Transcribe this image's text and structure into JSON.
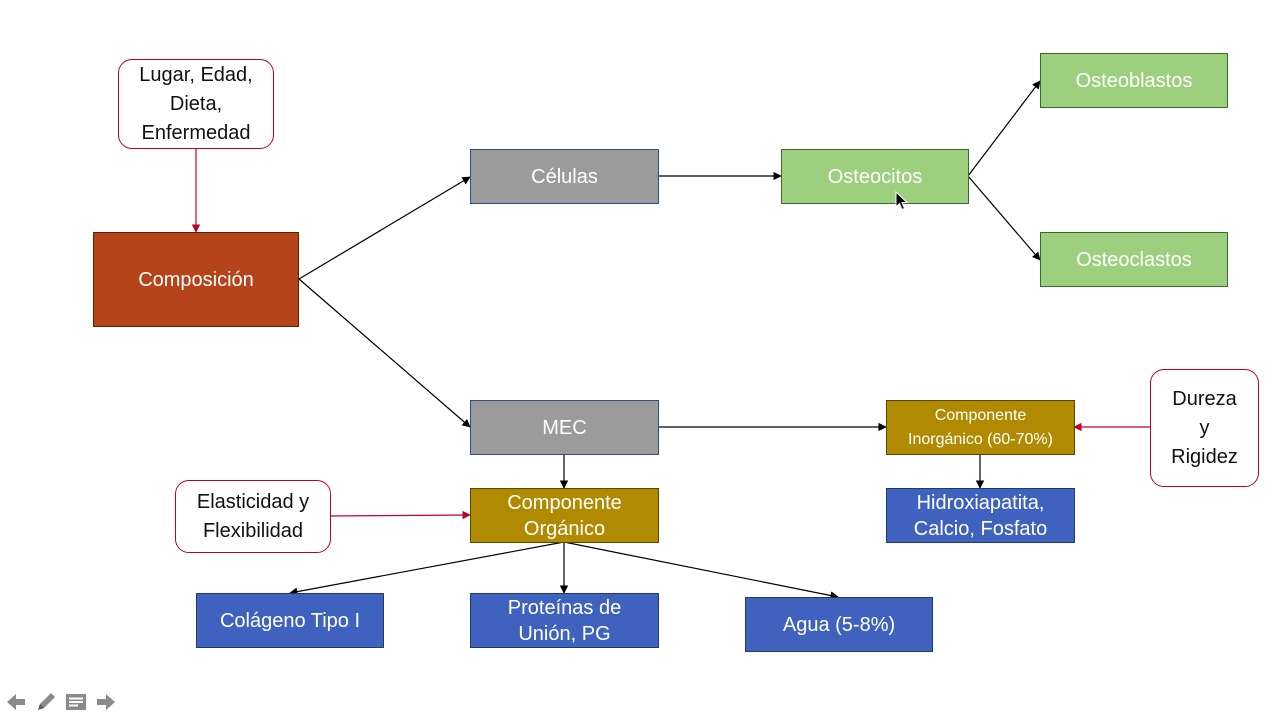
{
  "colors": {
    "composition": "#b5441a",
    "grey": "#9b9b9b",
    "green": "#9ccf7e",
    "gold": "#b08a00",
    "blue": "#3e62bd",
    "note_border": "#c0002a",
    "arrow_black": "#000000",
    "arrow_red": "#c0002a"
  },
  "nodes": {
    "composicion": "Composición",
    "celulas": "Células",
    "mec": "MEC",
    "osteocitos": "Osteocitos",
    "osteoblastos": "Osteoblastos",
    "osteoclastos": "Osteoclastos",
    "componente_organico": "Componente\nOrgánico",
    "componente_inorganico": "Componente\nInorgánico (60-70%)",
    "hidroxiapatita": "Hidroxiapatita,\nCalcio, Fosfato",
    "colageno": "Colágeno Tipo I",
    "proteinas": "Proteínas de\nUnión, PG",
    "agua": "Agua (5-8%)"
  },
  "notes": {
    "factores": "Lugar, Edad,\nDieta,\nEnfermedad",
    "elasticidad": "Elasticidad y\nFlexibilidad",
    "dureza": "Dureza\ny\nRigidez"
  },
  "nav_icons": [
    "arrow-left-icon",
    "pen-icon",
    "notes-icon",
    "arrow-right-icon"
  ]
}
